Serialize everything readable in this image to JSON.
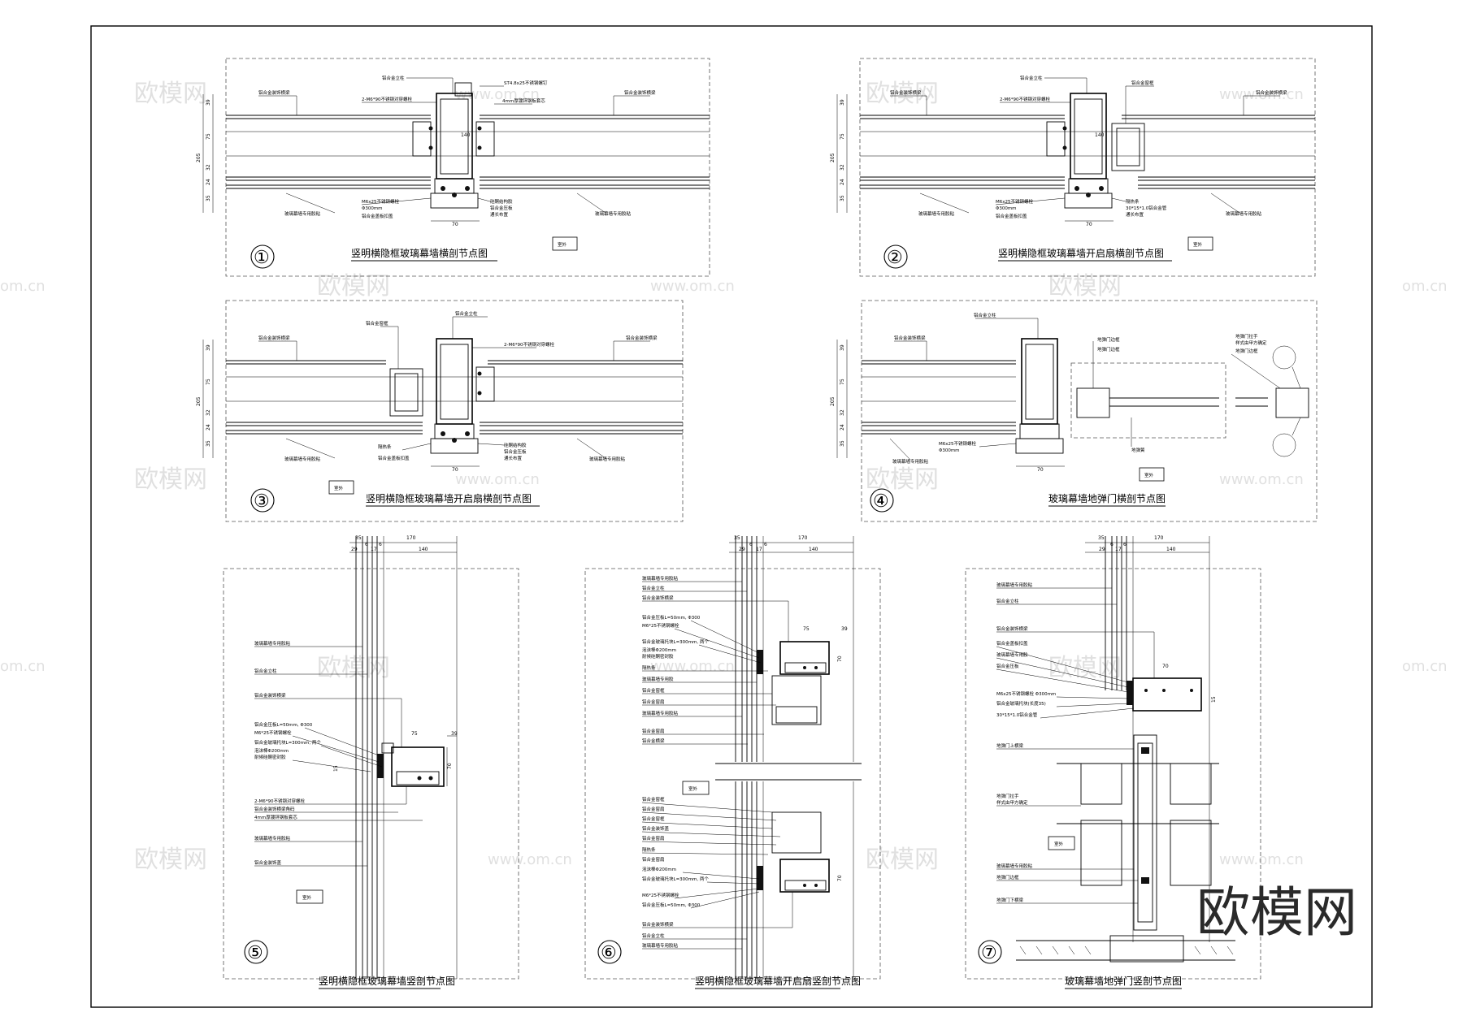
{
  "watermark": {
    "brand_cn": "欧模网",
    "url": "www.om.cn",
    "url_partial": "om.cn"
  },
  "brand_mark": "欧模网",
  "details": [
    {
      "num": "①",
      "title": "竖明横隐框玻璃幕墙横剖节点图",
      "outdoor": "室外",
      "labels": {
        "t1": "铝合金立柱",
        "t2": "ST4.8x25不锈钢螺钉",
        "t3": "铝合金装饰横梁",
        "t4": "2-M6*90不锈钢对穿螺栓",
        "t5": "铝合金装饰横梁",
        "t6": "4mm厚镀锌钢板套芯",
        "b1": "M6x25不锈钢螺栓",
        "b2": "Φ300mm",
        "b3": "铝合金盖板扣盖",
        "b4": "玻璃幕墙专用胶粘",
        "b5": "硅酮结构胶",
        "b6": "铝合金压板",
        "b7": "通长布置",
        "b8": "玻璃幕墙专用胶粘"
      },
      "dims": [
        "39",
        "75",
        "205",
        "32",
        "24",
        "35",
        "140",
        "70"
      ]
    },
    {
      "num": "②",
      "title": "竖明横隐框玻璃幕墙开启扇横剖节点图",
      "outdoor": "室外",
      "labels": {
        "t1": "铝合金立柱",
        "t2": "铝合金装饰横梁",
        "t3": "2-M6*90不锈钢对穿螺栓",
        "t4": "铝合金窗框",
        "t5": "铝合金装饰横梁",
        "b1": "M6x25不锈钢螺栓",
        "b2": "Φ300mm",
        "b3": "铝合金盖板扣盖",
        "b4": "玻璃幕墙专用胶粘",
        "b5": "隔热条",
        "b6": "30*15*1.0铝合金管",
        "b7": "通长布置",
        "b8": "玻璃幕墙专用胶粘"
      },
      "dims": [
        "39",
        "75",
        "205",
        "32",
        "24",
        "35",
        "140",
        "70"
      ]
    },
    {
      "num": "③",
      "title": "竖明横隐框玻璃幕墙开启扇横剖节点图",
      "outdoor": "室外",
      "labels": {
        "t1": "铝合金窗框",
        "t2": "铝合金立柱",
        "t3": "铝合金装饰横梁",
        "t4": "2-M6*90不锈钢对穿螺栓",
        "t5": "铝合金装饰横梁",
        "b1": "隔热条",
        "b2": "铝合金盖板扣盖",
        "b3": "硅酮结构胶",
        "b4": "铝合金压板",
        "b5": "通长布置",
        "b6": "玻璃幕墙专用胶粘",
        "b7": "玻璃幕墙专用胶粘"
      },
      "dims": [
        "39",
        "75",
        "205",
        "32",
        "24",
        "35",
        "70"
      ]
    },
    {
      "num": "④",
      "title": "玻璃幕墙地弹门横剖节点图",
      "outdoor": "室外",
      "labels": {
        "t1": "铝合金立柱",
        "t2": "铝合金装饰横梁",
        "t3": "地弹门边框",
        "t4": "地弹门边框",
        "t5": "地弹门拉手",
        "t6": "样式由甲方确定",
        "t7": "地弹门边框",
        "b1": "M6x25不锈钢螺栓",
        "b2": "Φ300mm",
        "b3": "玻璃幕墙专用胶粘",
        "b4": "地弹簧"
      },
      "dims": [
        "39",
        "75",
        "205",
        "32",
        "24",
        "35",
        "70"
      ]
    },
    {
      "num": "⑤",
      "title": "竖明横隐框玻璃幕墙竖剖节点图",
      "outdoor": "室外",
      "labels": [
        "玻璃幕墙专用胶粘",
        "铝合金立柱",
        "铝合金装饰横梁",
        "铝合金压板L=50mm, Φ300",
        "M6*25不锈钢螺栓",
        "铝合金玻璃托块L=300mm, 两个",
        "泡沫棒Φ200mm",
        "耐候硅酮密封胶",
        "2-M6*90不锈钢对穿螺栓",
        "铝合金装饰横梁角码",
        "4mm厚镀锌钢板套芯",
        "玻璃幕墙专用胶粘",
        "铝合金装饰盖"
      ],
      "dims": [
        "35",
        "170",
        "29",
        "6",
        "17",
        "6",
        "140",
        "75",
        "39",
        "70",
        "15"
      ]
    },
    {
      "num": "⑥",
      "title": "竖明横隐框玻璃幕墙开启扇竖剖节点图",
      "outdoor": "室外",
      "labels": [
        "玻璃幕墙专用胶粘",
        "铝合金立柱",
        "铝合金装饰横梁",
        "铝合金压板L=50mm, Φ300",
        "M6*25不锈钢螺栓",
        "铝合金玻璃托块L=300mm, 两个",
        "泡沫棒Φ200mm",
        "耐候硅酮密封胶",
        "隔热条",
        "玻璃幕墙专用胶",
        "铝合金窗框",
        "铝合金窗扇",
        "玻璃幕墙专用胶粘",
        "铝合金窗扇",
        "铝合金横梁",
        "铝合金窗框",
        "铝合金窗扇",
        "铝合金窗框",
        "铝合金装饰盖",
        "铝合金窗扇",
        "隔热条",
        "铝合金窗扇",
        "泡沫棒Φ200mm",
        "铝合金玻璃托块L=300mm, 两个",
        "M6*25不锈钢螺栓",
        "铝合金压板L=50mm, Φ300",
        "铝合金装饰横梁",
        "铝合金立柱",
        "玻璃幕墙专用胶粘"
      ],
      "dims": [
        "35",
        "170",
        "29",
        "6",
        "17",
        "6",
        "140",
        "75",
        "39",
        "70",
        "70"
      ]
    },
    {
      "num": "⑦",
      "title": "玻璃幕墙地弹门竖剖节点图",
      "outdoor": "室外",
      "labels": [
        "玻璃幕墙专用胶粘",
        "铝合金立柱",
        "铝合金装饰横梁",
        "铝合金盖板扣盖",
        "玻璃幕墙专用胶",
        "铝合金压板",
        "M6x25不锈钢螺栓 Φ300mm",
        "铝合金玻璃托块(长度35)",
        "30*15*1.0铝合金管",
        "地弹门上横梁",
        "地弹门拉手",
        "样式由甲方确定",
        "玻璃幕墙专用胶粘",
        "地弹门边框",
        "地弹门下横梁"
      ],
      "dims": [
        "35",
        "170",
        "29",
        "6",
        "17",
        "6",
        "140",
        "70",
        "15"
      ]
    }
  ]
}
